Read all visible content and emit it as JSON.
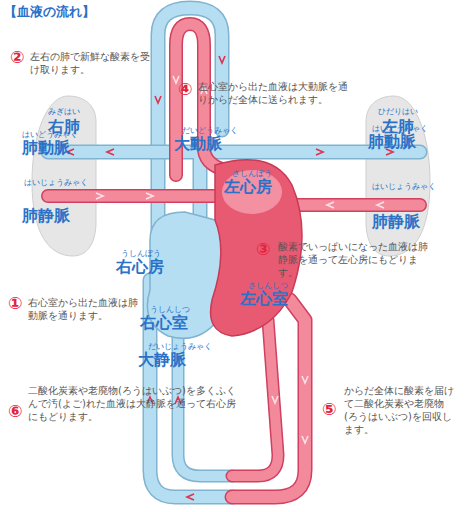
{
  "diagram": {
    "title": "【血液の流れ】",
    "nodes": [
      {
        "text": [
          "みぎはい",
          "右肺"
        ]
      },
      {
        "text": [
          "ひだりはい",
          "左肺"
        ]
      }
    ],
    "labels": [
      "②",
      "左右の肺で新鮮な酸素を受け取ります。",
      "④",
      "左心室から出た血液は大動脈を通りからだ全体に送られます。",
      "はいどうみゃく",
      "肺動脈",
      "はいじょうみゃく",
      "肺静脈",
      "だいどうみゃく",
      "大動脈",
      "はいどうみゃく",
      "肺動脈",
      "はいじょうみゃく",
      "肺静脈",
      "さしんぼう",
      "左心房",
      "③",
      "酸素でいっぱいになった血液は肺静脈を通って左心房にもどります。",
      "うしんぼう",
      "右心房",
      "さしんしつ",
      "左心室",
      "①",
      "右心室から出た血液は肺動脈を通ります。",
      "うしんしつ",
      "右心室",
      "だいじょうみゃく",
      "大静脈",
      "⑥",
      "二酸化炭素や老廃物(ろうはいぶつ)を多くふくんで汚(よご)れた血液は大静脈を通って右心房にもどります。",
      "⑤",
      "からだ全体に酸素を届けて二酸化炭素や老廃物(ろうはいぶつ)を回収します。"
    ]
  }
}
